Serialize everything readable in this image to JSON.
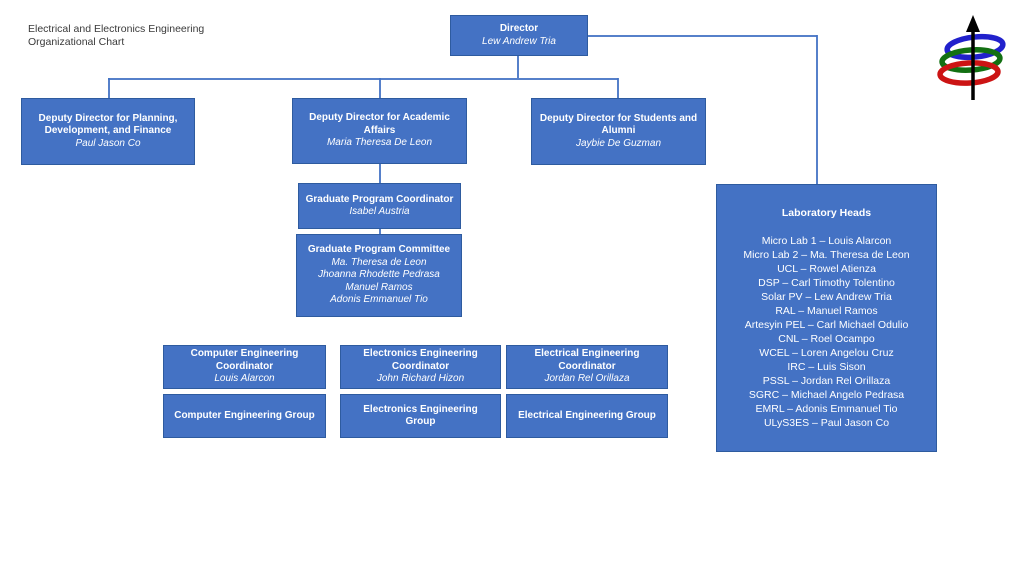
{
  "page_title": {
    "line1": "Electrical and Electronics Engineering",
    "line2": "Organizational Chart"
  },
  "colors": {
    "box_fill": "#4472C4",
    "box_border": "#2E5B9F",
    "connector": "#4472C4",
    "box_text": "#FFFFFF",
    "title_text": "#3A3A3A",
    "logo_ring_top": "#2121CC",
    "logo_ring_middle": "#127012",
    "logo_ring_bottom": "#CC1414",
    "logo_arrow": "#000000"
  },
  "nodes": {
    "director": {
      "title": "Director",
      "name": "Lew Andrew Tria"
    },
    "deputy_planning": {
      "title": "Deputy Director for Planning, Development, and Finance",
      "name": "Paul Jason Co"
    },
    "deputy_academic": {
      "title": "Deputy Director for Academic Affairs",
      "name": "Maria Theresa De Leon"
    },
    "deputy_students": {
      "title": "Deputy Director for Students and Alumni",
      "name": "Jaybie De Guzman"
    },
    "grad_coordinator": {
      "title": "Graduate Program Coordinator",
      "name": "Isabel Austria"
    },
    "grad_committee": {
      "title": "Graduate Program Committee",
      "members": [
        "Ma. Theresa de Leon",
        "Jhoanna Rhodette Pedrasa",
        "Manuel Ramos",
        "Adonis Emmanuel Tio"
      ]
    },
    "coord_computer": {
      "title": "Computer Engineering Coordinator",
      "name": "Louis Alarcon"
    },
    "coord_electronics": {
      "title": "Electronics Engineering Coordinator",
      "name": "John Richard Hizon"
    },
    "coord_electrical": {
      "title": "Electrical Engineering Coordinator",
      "name": "Jordan Rel Orillaza"
    },
    "group_computer": {
      "title": "Computer Engineering Group"
    },
    "group_electronics": {
      "title": "Electronics Engineering Group"
    },
    "group_electrical": {
      "title": "Electrical Engineering Group"
    },
    "lab_heads": {
      "title": "Laboratory Heads",
      "entries": [
        "Micro Lab 1 – Louis Alarcon",
        "Micro Lab 2 – Ma. Theresa de Leon",
        "UCL –  Rowel Atienza",
        "DSP –  Carl Timothy Tolentino",
        "Solar PV – Lew Andrew Tria",
        "RAL –  Manuel Ramos",
        "Artesyin PEL – Carl Michael Odulio",
        "CNL –  Roel Ocampo",
        "WCEL – Loren Angelou Cruz",
        "IRC – Luis Sison",
        "PSSL – Jordan Rel Orillaza",
        "SGRC – Michael Angelo Pedrasa",
        "EMRL –  Adonis Emmanuel Tio",
        "ULyS3ES – Paul Jason Co"
      ]
    }
  }
}
